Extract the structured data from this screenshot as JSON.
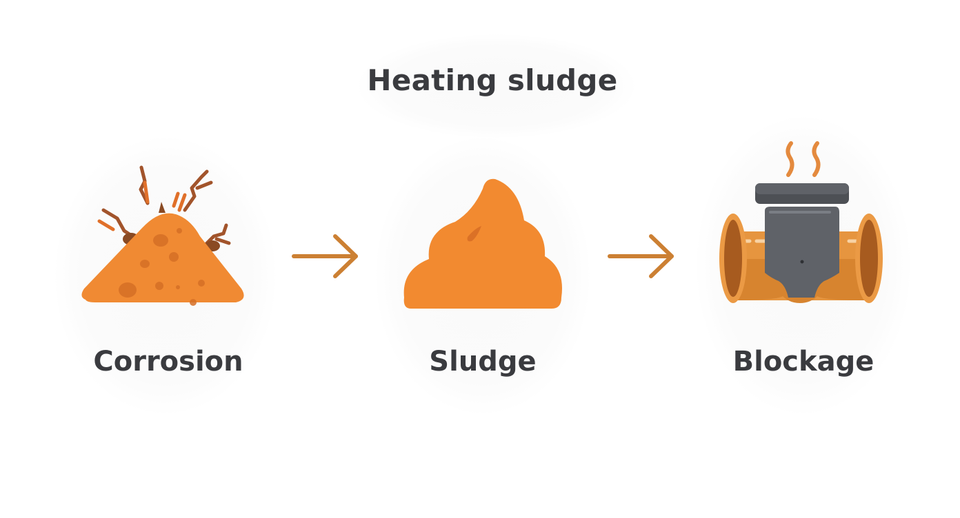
{
  "title": "Heating sludge",
  "flow": {
    "steps": [
      {
        "label": "Corrosion",
        "icon": "corrosion-pile-icon"
      },
      {
        "label": "Sludge",
        "icon": "sludge-icon"
      },
      {
        "label": "Blockage",
        "icon": "blocked-pipe-icon"
      }
    ],
    "connectors": [
      "arrow-right-icon",
      "arrow-right-icon"
    ]
  },
  "colors": {
    "orange": "#f28a30",
    "rust": "#a85a2a",
    "arrow": "#cc8033",
    "pipe": "#e6953f",
    "valve": "#5f6268",
    "text": "#3a3b3f"
  }
}
